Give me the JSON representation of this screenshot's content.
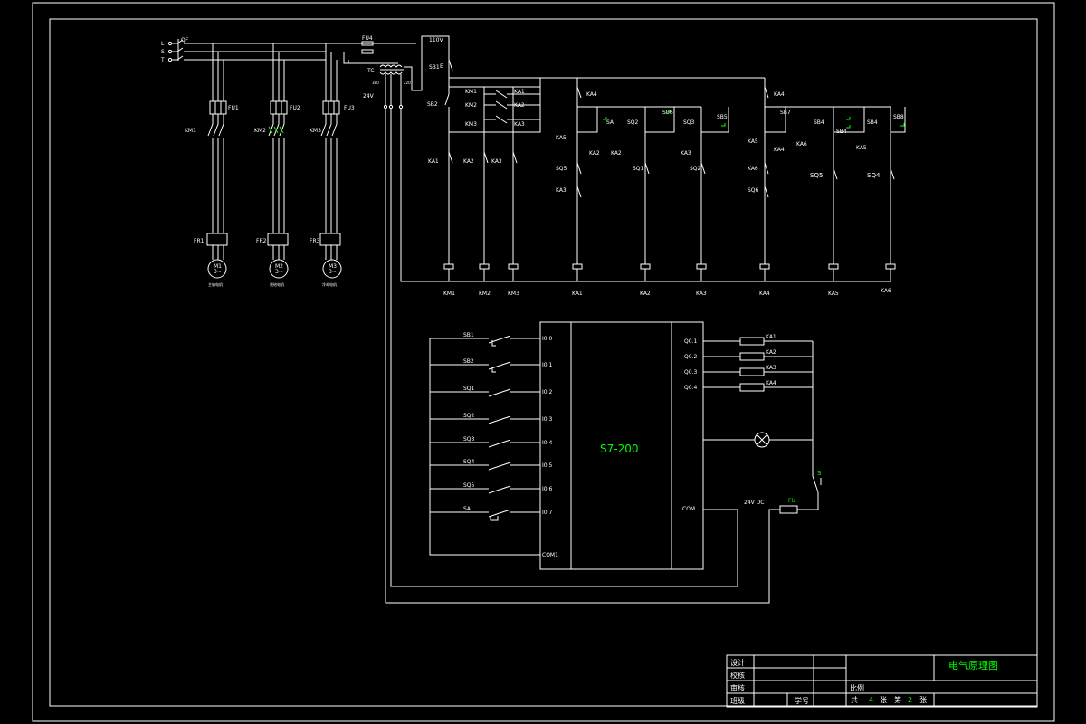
{
  "phases": [
    "L",
    "S",
    "T"
  ],
  "power": {
    "main_switch": "QF",
    "fuses": [
      "FU1",
      "FU2",
      "FU3"
    ],
    "contactors": [
      "KM1",
      "KM2",
      "KM3"
    ],
    "thermal_relays": [
      "FR1",
      "FR2",
      "FR3"
    ],
    "motors": [
      {
        "label": "M1",
        "sub": "3~",
        "caption": "主轴电机"
      },
      {
        "label": "M2",
        "sub": "3~",
        "caption": "进给电机"
      },
      {
        "label": "M3",
        "sub": "3~",
        "caption": "冷却电机"
      }
    ]
  },
  "control": {
    "fuse": "FU4",
    "voltage": "110V",
    "transformer": "TC",
    "out_24v": "24V",
    "stop_button": "SB1",
    "start_button": "SB2",
    "km_contacts": [
      "KM1",
      "KM2",
      "KM3"
    ],
    "ka_contacts": [
      "KA1",
      "KA2",
      "KA3"
    ],
    "ka4": "KA4",
    "ka5": "KA5",
    "sb_upper": [
      "SB6",
      "SB5",
      "SB7",
      "SB8"
    ],
    "group1_labels": [
      "SA",
      "SQ2",
      "SQ3",
      "KA2",
      "KA2",
      "KA3",
      "SQ5",
      "SQ1",
      "SQ2",
      "KA3"
    ],
    "group2_labels": [
      "SB4",
      "SB4",
      "SB4",
      "KA4",
      "KA6",
      "KA5",
      "SQ6",
      "SQ5",
      "SQ4",
      "KA6"
    ],
    "coils": [
      "KM1",
      "KM2",
      "KM3",
      "KA1",
      "KA2",
      "KA3",
      "KA4",
      "KA5",
      "KA6"
    ]
  },
  "plc": {
    "model": "S7-200",
    "inputs": [
      {
        "device": "SB1",
        "port": "I0.0"
      },
      {
        "device": "SB2",
        "port": "I0.1"
      },
      {
        "device": "SQ1",
        "port": "I0.2"
      },
      {
        "device": "SQ2",
        "port": "I0.3"
      },
      {
        "device": "SQ3",
        "port": "I0.4"
      },
      {
        "device": "SQ4",
        "port": "I0.5"
      },
      {
        "device": "SQ5",
        "port": "I0.6"
      },
      {
        "device": "SA",
        "port": "I0.7"
      }
    ],
    "input_common": "COM1",
    "outputs": [
      {
        "port": "Q0.1",
        "device": "KA1"
      },
      {
        "port": "Q0.2",
        "device": "KA2"
      },
      {
        "port": "Q0.3",
        "device": "KA3"
      },
      {
        "port": "Q0.4",
        "device": "KA4"
      }
    ],
    "output_common": "COM",
    "supply": "24V DC",
    "fuse": "FU",
    "lamp_switch": "S"
  },
  "title_block": {
    "title": "电气原理图",
    "rows": [
      "设计",
      "校核",
      "审核",
      "班级"
    ],
    "student_no": "学号",
    "scale": "比例",
    "sheets": {
      "total_prefix": "共",
      "total": "4",
      "total_suffix": "张",
      "page_prefix": "第",
      "page": "2",
      "page_suffix": "张"
    }
  },
  "colors": {
    "background": "#000000",
    "lines": "#ffffff",
    "accent": "#00ff00"
  }
}
